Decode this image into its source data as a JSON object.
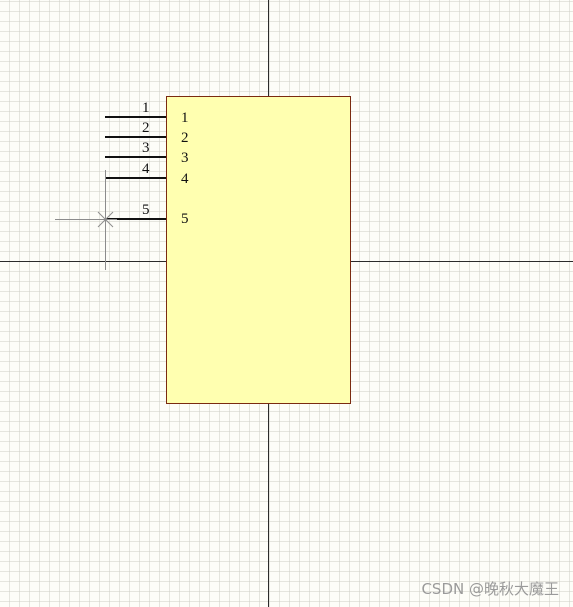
{
  "component": {
    "pins": [
      {
        "number": "1",
        "name": "1"
      },
      {
        "number": "2",
        "name": "2"
      },
      {
        "number": "3",
        "name": "3"
      },
      {
        "number": "4",
        "name": "4"
      },
      {
        "number": "5",
        "name": "5"
      }
    ],
    "colors": {
      "body_fill": "#ffffb0",
      "body_border": "#7a2a10",
      "pin": "#111111",
      "axis": "#2b2b2b",
      "cursor": "#8c8c8c",
      "sheet": "#fdfdf8"
    }
  },
  "watermark": {
    "text": "CSDN @晚秋大魔王"
  }
}
